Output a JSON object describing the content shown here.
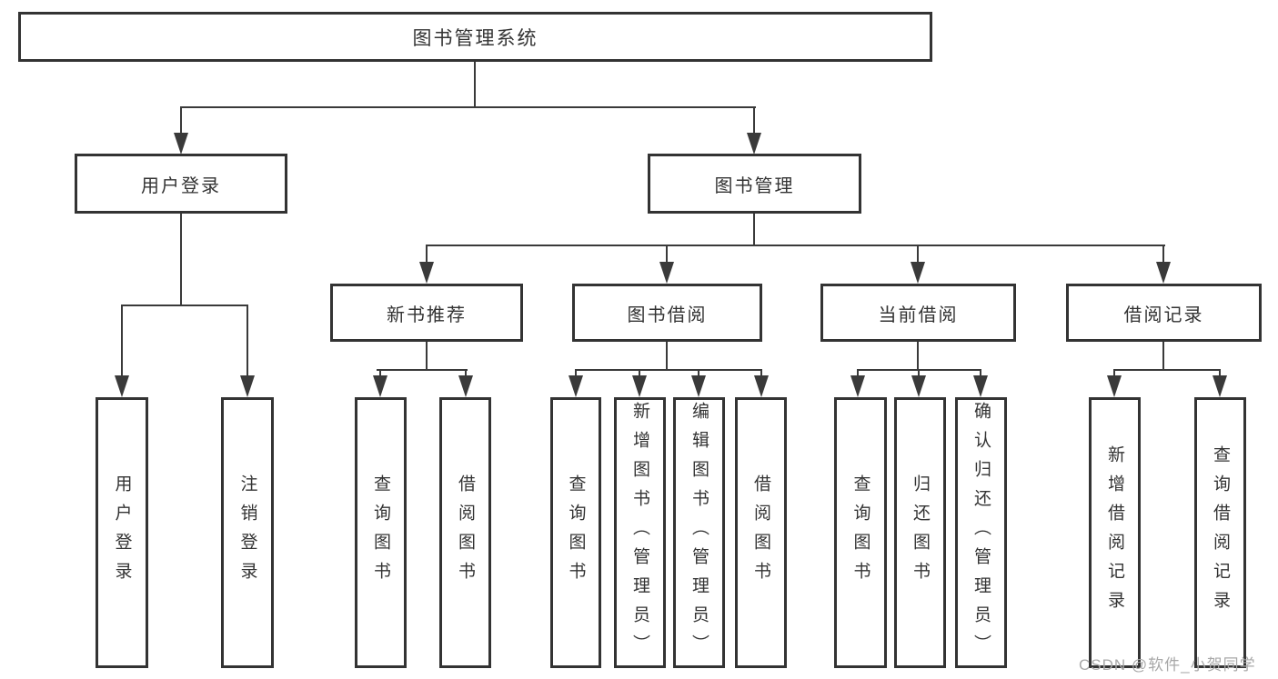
{
  "tree": {
    "root": {
      "label": "图书管理系统",
      "children": [
        {
          "label": "用户登录",
          "children": [
            {
              "label": "用户登录"
            },
            {
              "label": "注销登录"
            }
          ]
        },
        {
          "label": "图书管理",
          "children": [
            {
              "label": "新书推荐",
              "children": [
                {
                  "label": "查询图书"
                },
                {
                  "label": "借阅图书"
                }
              ]
            },
            {
              "label": "图书借阅",
              "children": [
                {
                  "label": "查询图书"
                },
                {
                  "label": "新增图书（管理员）"
                },
                {
                  "label": "编辑图书（管理员）"
                },
                {
                  "label": "借阅图书"
                }
              ]
            },
            {
              "label": "当前借阅",
              "children": [
                {
                  "label": "查询图书"
                },
                {
                  "label": "归还图书"
                },
                {
                  "label": "确认归还（管理员）"
                }
              ]
            },
            {
              "label": "借阅记录",
              "children": [
                {
                  "label": "新增借阅记录"
                },
                {
                  "label": "查询借阅记录"
                }
              ]
            }
          ]
        }
      ]
    }
  },
  "watermark": {
    "text": "CSDN @软件_小贺同学"
  },
  "colors": {
    "line": "#3a3a3a",
    "border": "#333333",
    "text": "#333333",
    "watermark_text": "#a8a8a8",
    "background": "#ffffff"
  }
}
